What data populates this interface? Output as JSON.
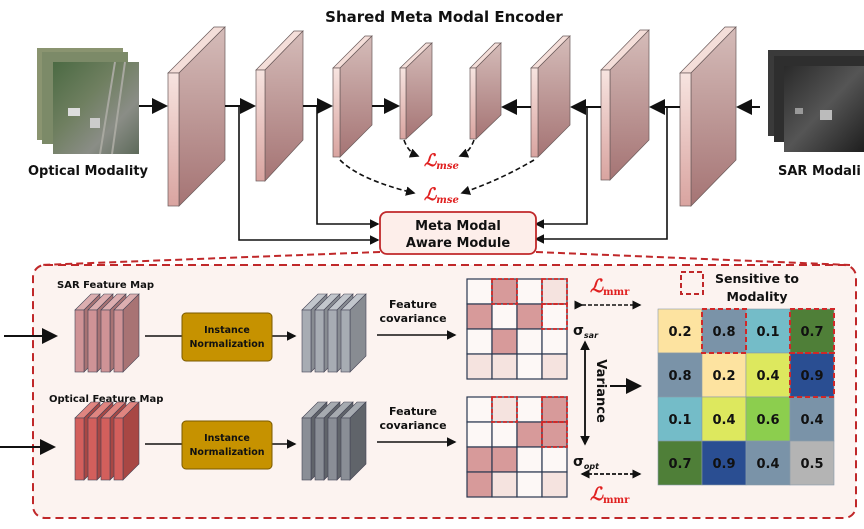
{
  "title": "Shared Meta Modal Encoder",
  "inputs": {
    "optical": {
      "label": "Optical Modality",
      "image": "optical-satellite-image"
    },
    "sar": {
      "label": "SAR Modali",
      "image": "sar-satellite-image"
    }
  },
  "losses": {
    "mse_top": {
      "symbol": "ℒ",
      "sub": "mse"
    },
    "mse_bottom": {
      "symbol": "ℒ",
      "sub": "mse"
    },
    "mmr_top": {
      "symbol": "ℒ",
      "sub": "mmr"
    },
    "mmr_bottom": {
      "symbol": "ℒ",
      "sub": "mmr"
    }
  },
  "module": {
    "line1": "Meta Modal",
    "line2": "Aware Module"
  },
  "detail": {
    "sar_feature_label": "SAR Feature Map",
    "optical_feature_label": "Optical Feature Map",
    "norm_line1": "Instance",
    "norm_line2": "Normalization",
    "cov_line1": "Feature",
    "cov_line2": "covariance",
    "sigma_sar": {
      "symbol": "σ",
      "sub": "sar"
    },
    "sigma_opt": {
      "symbol": "σ",
      "sub": "opt"
    },
    "variance_label": "Variance",
    "legend_line1": "Sensitive to",
    "legend_line2": "Modality"
  },
  "sar_covariance": {
    "levels": [
      [
        0,
        2,
        0,
        1
      ],
      [
        2,
        0,
        2,
        0
      ],
      [
        0,
        2,
        0,
        0
      ],
      [
        1,
        1,
        0,
        1
      ]
    ],
    "highlight": [
      [
        0,
        1
      ],
      [
        0,
        3
      ],
      [
        1,
        3
      ]
    ]
  },
  "opt_covariance": {
    "levels": [
      [
        0,
        1,
        0,
        2
      ],
      [
        0,
        0,
        2,
        2
      ],
      [
        2,
        2,
        0,
        0
      ],
      [
        2,
        1,
        0,
        1
      ]
    ],
    "highlight": [
      [
        0,
        1
      ],
      [
        0,
        3
      ],
      [
        1,
        3
      ]
    ]
  },
  "variance_matrix": {
    "values": [
      [
        "0.2",
        "0.8",
        "0.1",
        "0.7"
      ],
      [
        "0.8",
        "0.2",
        "0.4",
        "0.9"
      ],
      [
        "0.1",
        "0.4",
        "0.6",
        "0.4"
      ],
      [
        "0.7",
        "0.9",
        "0.4",
        "0.5"
      ]
    ],
    "colors": [
      [
        "#fde3a0",
        "#7a93a8",
        "#74bcc8",
        "#4f7f38"
      ],
      [
        "#7a93a8",
        "#fde3a0",
        "#dde85e",
        "#2a4e92"
      ],
      [
        "#74bcc8",
        "#dde85e",
        "#8cce4e",
        "#7a93a8"
      ],
      [
        "#4f7f38",
        "#2a4e92",
        "#7a93a8",
        "#b4b4b4"
      ]
    ],
    "highlight": [
      [
        0,
        1
      ],
      [
        0,
        3
      ],
      [
        1,
        3
      ]
    ]
  },
  "colors": {
    "accent_red": "#c0282a",
    "norm_box": "#c69200",
    "module_fill": "#fdeeea",
    "panel_fill": "#fcf3f0"
  }
}
